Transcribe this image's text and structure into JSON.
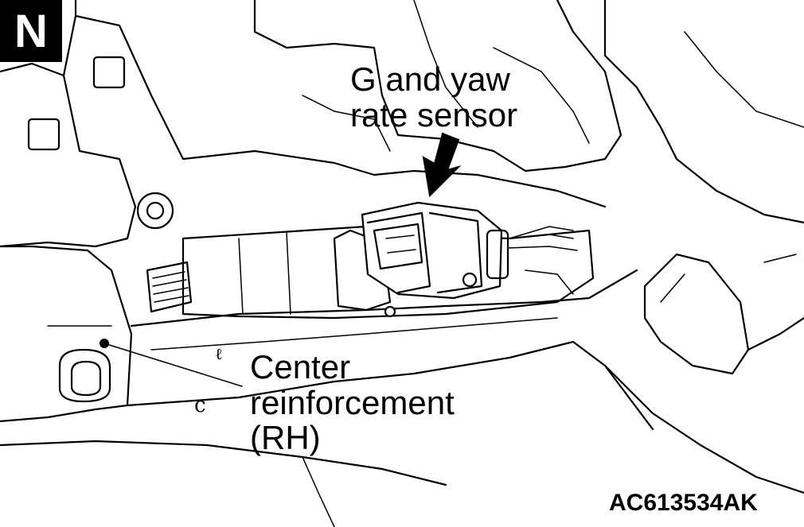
{
  "figure": {
    "view_badge": "N",
    "figure_code": "AC613534AK"
  },
  "callouts": {
    "sensor": "G and yaw\nrate sensor",
    "reinforcement": "Center\nreinforcement\n(RH)"
  },
  "icons": {
    "arrow": "down-arrow-icon",
    "badge": "view-direction-badge"
  }
}
